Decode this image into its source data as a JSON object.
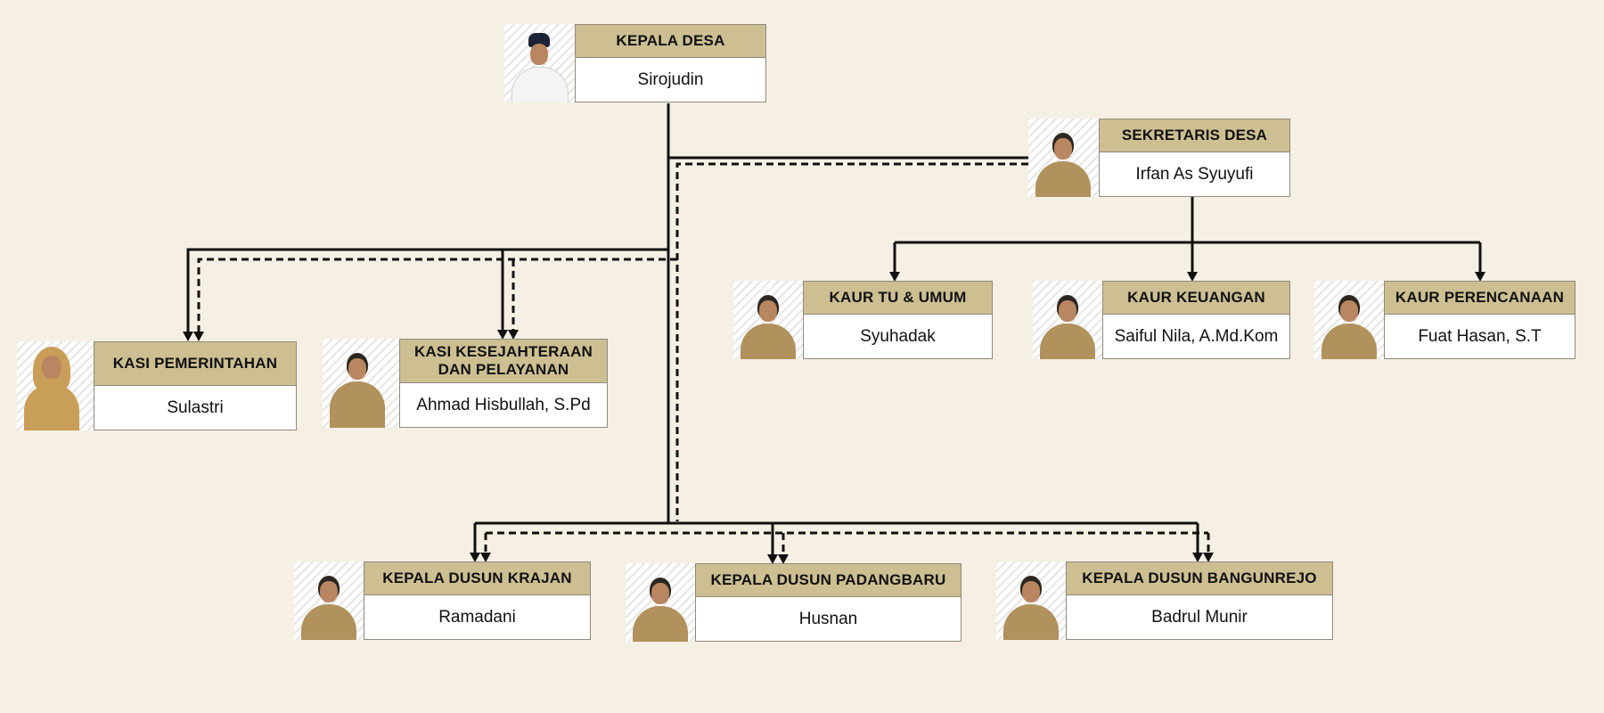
{
  "diagram": {
    "positions": [
      {
        "id": "kades",
        "title": "KEPALA DESA",
        "name": "Sirojudin",
        "photo": "official-uniform-photo"
      },
      {
        "id": "sekdes",
        "title": "SEKRETARIS DESA",
        "name": "Irfan As Syuyufi",
        "photo": "staff-photo"
      },
      {
        "id": "kaur_tu",
        "title": "KAUR TU & UMUM",
        "name": "Syuhadak",
        "photo": "staff-photo"
      },
      {
        "id": "kaur_keu",
        "title": "KAUR KEUANGAN",
        "name": "Saiful Nila, A.Md.Kom",
        "photo": "staff-photo"
      },
      {
        "id": "kaur_ren",
        "title": "KAUR PERENCANAAN",
        "name": "Fuat Hasan, S.T",
        "photo": "staff-photo"
      },
      {
        "id": "kasi_pem",
        "title": "KASI PEMERINTAHAN",
        "name": "Sulastri",
        "photo": "staff-photo-hijab"
      },
      {
        "id": "kasi_kes",
        "title": "KASI KESEJAHTERAAN DAN PELAYANAN",
        "name": "Ahmad Hisbullah, S.Pd",
        "photo": "staff-photo"
      },
      {
        "id": "kadus_kra",
        "title": "KEPALA DUSUN KRAJAN",
        "name": "Ramadani",
        "photo": "staff-photo"
      },
      {
        "id": "kadus_pad",
        "title": "KEPALA DUSUN PADANGBARU",
        "name": "Husnan",
        "photo": "staff-photo"
      },
      {
        "id": "kadus_ban",
        "title": "KEPALA DUSUN BANGUNREJO",
        "name": "Badrul Munir",
        "photo": "staff-photo"
      }
    ],
    "links": [
      {
        "from": "kades",
        "to": "sekdes",
        "style": "solid"
      },
      {
        "from": "sekdes",
        "to": "kaur_tu",
        "style": "solid"
      },
      {
        "from": "sekdes",
        "to": "kaur_keu",
        "style": "solid"
      },
      {
        "from": "sekdes",
        "to": "kaur_ren",
        "style": "solid"
      },
      {
        "from": "kades",
        "to": "kasi_pem",
        "style": "solid"
      },
      {
        "from": "kades",
        "to": "kasi_kes",
        "style": "solid"
      },
      {
        "from": "sekdes",
        "to": "kasi_pem",
        "style": "dashed"
      },
      {
        "from": "sekdes",
        "to": "kasi_kes",
        "style": "dashed"
      },
      {
        "from": "kades",
        "to": "kadus_kra",
        "style": "solid"
      },
      {
        "from": "kades",
        "to": "kadus_pad",
        "style": "solid"
      },
      {
        "from": "kades",
        "to": "kadus_ban",
        "style": "solid"
      },
      {
        "from": "sekdes",
        "to": "kadus_kra",
        "style": "dashed"
      },
      {
        "from": "sekdes",
        "to": "kadus_pad",
        "style": "dashed"
      },
      {
        "from": "sekdes",
        "to": "kadus_ban",
        "style": "dashed"
      }
    ],
    "colors": {
      "background": "#f5f0e3",
      "title_band": "#cdbf92",
      "name_box": "#ffffff",
      "connector": "#111111"
    }
  }
}
